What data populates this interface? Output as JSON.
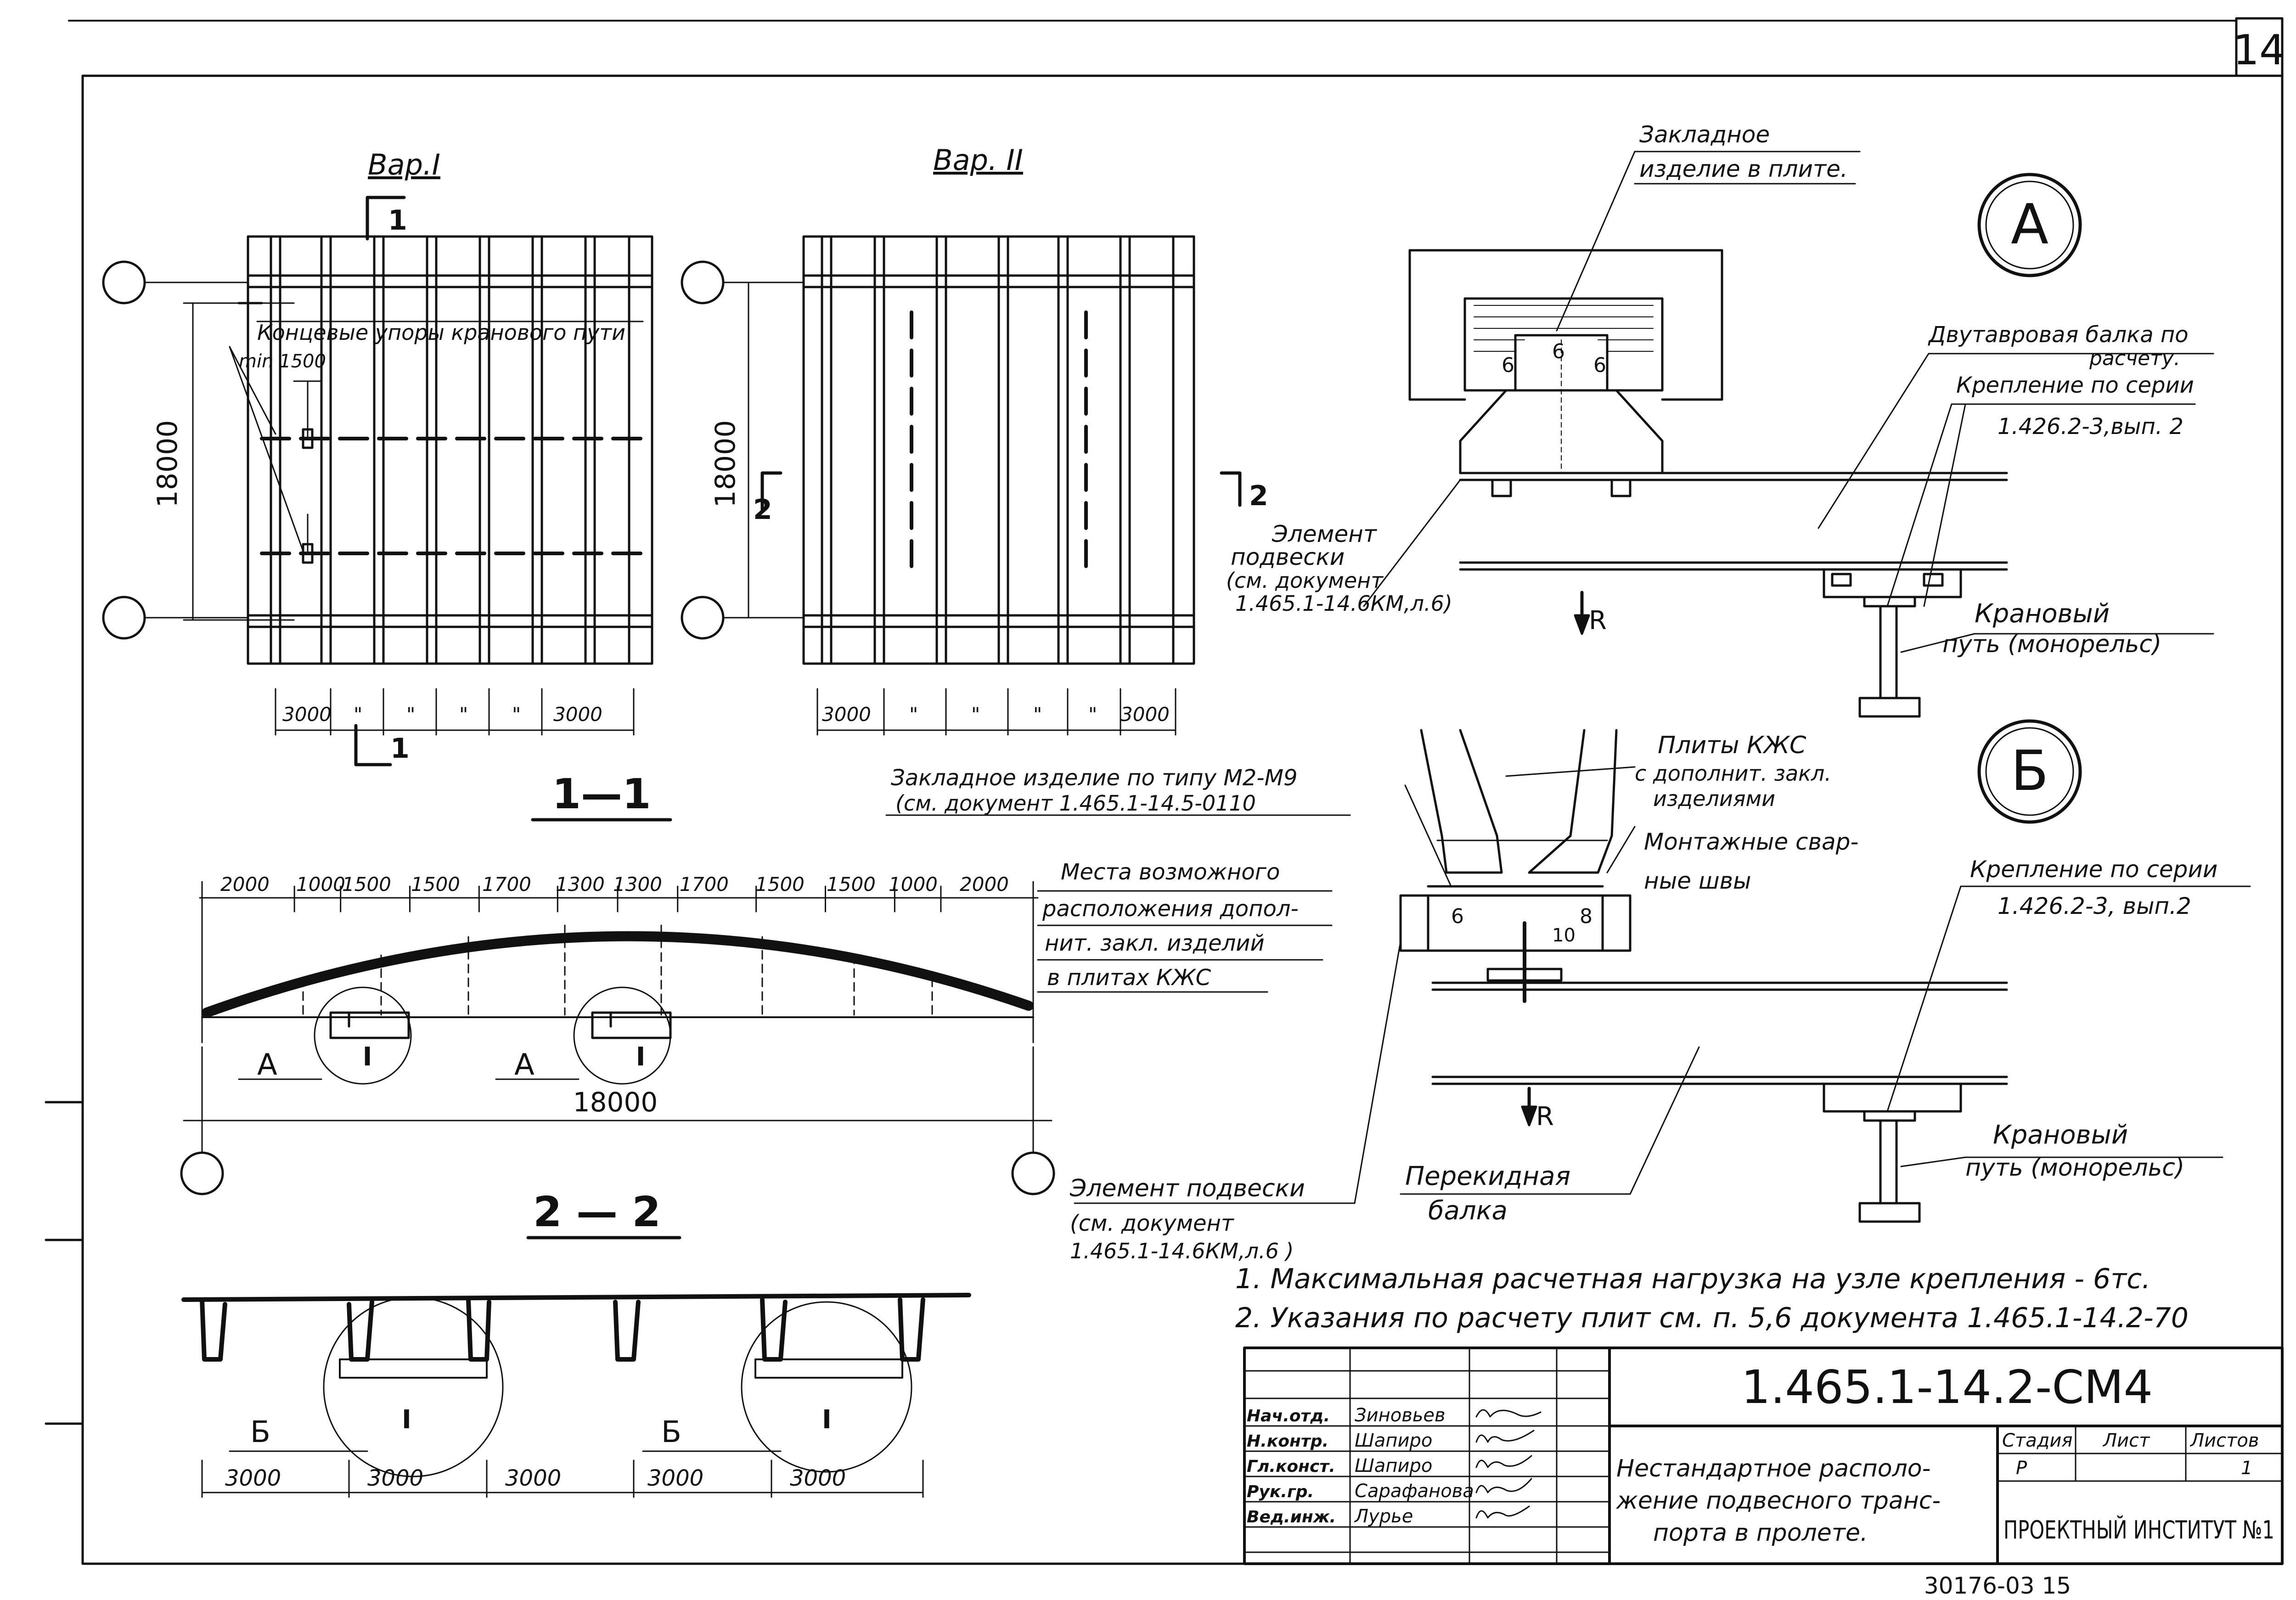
{
  "sheet": {
    "page_number": "14",
    "bottom_stamp": "30176-03 15"
  },
  "plans": {
    "var1_title": "Вар.I",
    "var2_title": "Вар. II",
    "section_mark": "1",
    "section_mark_2": "2",
    "callout_end_stops": "Концевые упоры кранового пути",
    "callout_min": "min 1500",
    "dim_height": "18000",
    "dim_bays_var1": [
      "3000",
      "\"",
      "\"",
      "\"",
      "\"",
      "3000"
    ],
    "dim_bays_var2": [
      "3000",
      "\"",
      "\"",
      "\"",
      "\"",
      "3000"
    ]
  },
  "section_1_1": {
    "title": "1—1",
    "top_dims": [
      "2000",
      "1000",
      "1500",
      "1500",
      "1700",
      "1300",
      "1300",
      "1700",
      "1500",
      "1500",
      "1000",
      "2000"
    ],
    "span": "18000",
    "node_labels": [
      "A",
      "A"
    ],
    "roman": [
      "I",
      "I"
    ],
    "note": [
      "Места возможного",
      "расположения допол-",
      "нит. закл. изделий",
      "в плитах КЖС"
    ]
  },
  "section_2_2": {
    "title": "2 — 2",
    "node_labels": [
      "Б",
      "Б"
    ],
    "roman": [
      "I",
      "I"
    ],
    "bottom_dims": [
      "3000",
      "3000",
      "3000",
      "3000",
      "3000"
    ]
  },
  "node_A": {
    "label": "А",
    "embedded_part": [
      "Закладное",
      "изделие в плите."
    ],
    "i_beam": [
      "Двутавровая балка по",
      "расчету."
    ],
    "fastening": [
      "Крепление по серии",
      "1.426.2-3,вып. 2"
    ],
    "suspension": [
      "Элемент",
      "подвески",
      "(см. документ",
      "1.465.1-14.6КМ,л.6)"
    ],
    "crane_track": [
      "Крановый",
      "путь (монорельс)"
    ],
    "load": "R",
    "weld_sizes": [
      "6",
      "6",
      "6"
    ]
  },
  "node_B": {
    "label": "Б",
    "embedded_type": [
      "Закладное изделие по типу М2-М9",
      "(см. документ 1.465.1-14.5-0110"
    ],
    "kzhs_plates": [
      "Плиты КЖС",
      "с дополнит. закл.",
      "изделиями"
    ],
    "welds": [
      "Монтажные свар-",
      "ные швы"
    ],
    "fastening": [
      "Крепление по серии",
      "1.426.2-3, вып.2"
    ],
    "suspension": [
      "Элемент подвески",
      "(см. документ",
      "1.465.1-14.6КМ,л.6 )"
    ],
    "transfer_beam": [
      "Перекидная",
      "балка"
    ],
    "crane_track": [
      "Крановый",
      "путь (монорельс)"
    ],
    "load": "R",
    "weld_sizes": [
      "6",
      "8",
      "10"
    ]
  },
  "notes": [
    "1. Максимальная расчетная нагрузка на узле крепления - 6тс.",
    "2. Указания по расчету плит см. п. 5,6 документа 1.465.1-14.2-70"
  ],
  "title_block": {
    "code": "1.465.1-14.2-СМ4",
    "roles": [
      "Нач.отд.",
      "Н.контр.",
      "Гл.конст.",
      "Рук.гр.",
      "Вед.инж."
    ],
    "names": [
      "Зиновьев",
      "Шапиро",
      "Шапиро",
      "Сарафанова",
      "Лурье"
    ],
    "description": [
      "Нестандартное располо-",
      "жение подвесного транс-",
      "порта в пролете."
    ],
    "stage_header": "Стадия",
    "sheet_header": "Лист",
    "sheets_header": "Листов",
    "stage_value": "Р",
    "sheet_value": "",
    "sheets_value": "1",
    "organization": "ПРОЕКТНЫЙ ИНСТИТУТ №1"
  }
}
